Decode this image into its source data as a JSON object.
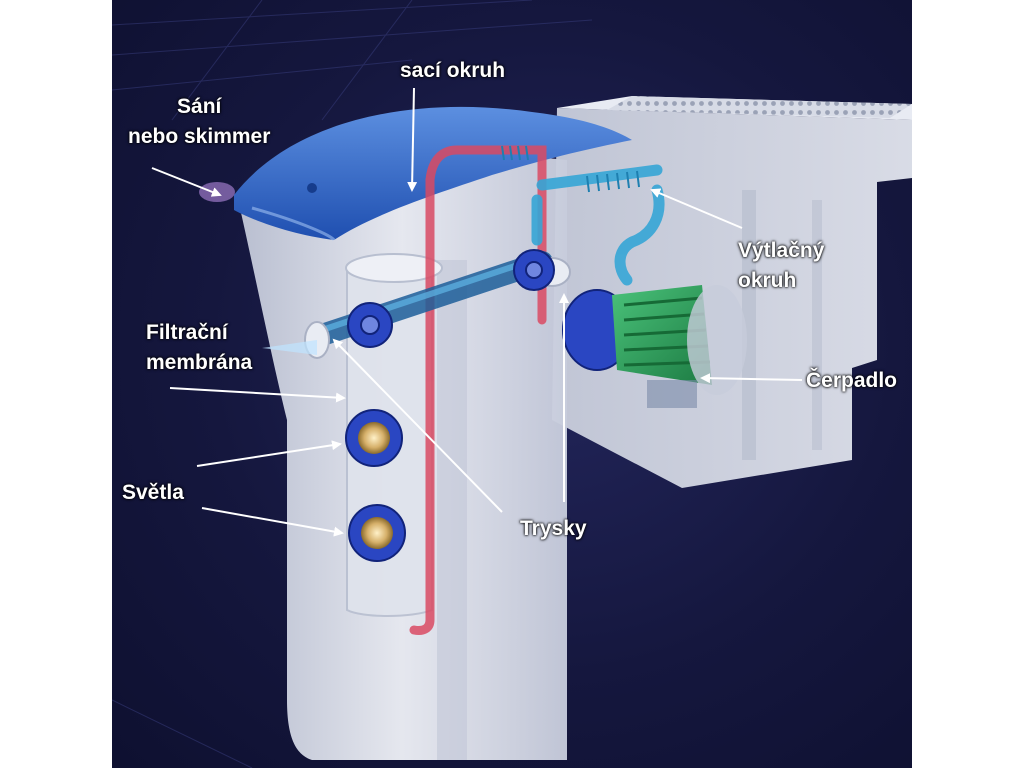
{
  "labels": {
    "suction_circuit": "sací okruh",
    "intake_skimmer": [
      "Sání",
      "nebo skimmer"
    ],
    "discharge_circuit": [
      "Výtlačný",
      "okruh"
    ],
    "filter_membrane": [
      "Filtrační",
      "membrána"
    ],
    "pump": "Čerpadlo",
    "lights": "Světla",
    "jets": "Trysky"
  },
  "colors": {
    "background": "#16183f",
    "lid": "#2b67c9",
    "housing": "#d7dbe6",
    "suction_pipe": "#d94a63",
    "discharge_pipe": "#36a6d6",
    "motor": "#29a35a",
    "fitting": "#2a46c2",
    "lamp": "#c9a567"
  }
}
